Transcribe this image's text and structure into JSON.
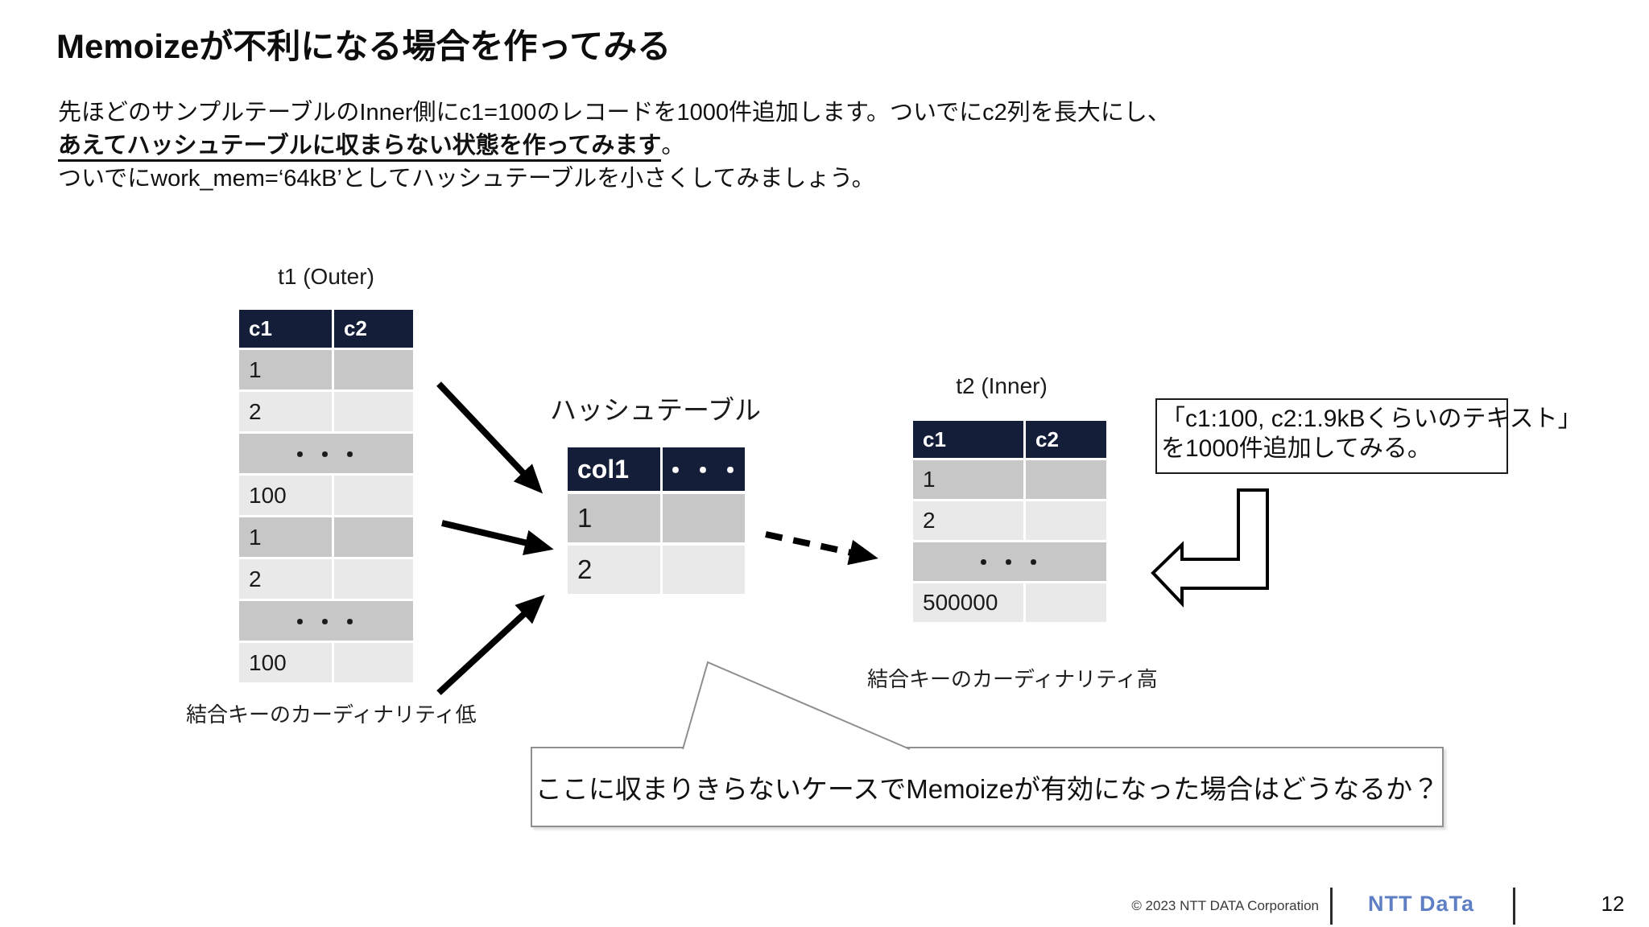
{
  "slide": {
    "title": "Memoizeが不利になる場合を作ってみる",
    "body": {
      "line1": "先ほどのサンプルテーブルのInner側にc1=100のレコードを1000件追加します。ついでにc2列を長大にし、",
      "line2_emphasis": "あえてハッシュテーブルに収まらない状態を作ってみます",
      "line2_period": "。",
      "line3": "ついでにwork_mem=‘64kB’としてハッシュテーブルを小さくしてみましょう。"
    }
  },
  "diagram": {
    "t1": {
      "title": "t1 (Outer)",
      "headers": [
        "c1",
        "c2"
      ],
      "rows": [
        "1",
        "2",
        "・・・",
        "100",
        "1",
        "2",
        "・・・",
        "100"
      ],
      "caption": "結合キーのカーディナリティ低"
    },
    "hash": {
      "title": "ハッシュテーブル",
      "headers": [
        "col1",
        "・・・"
      ],
      "rows": [
        "1",
        "2"
      ]
    },
    "t2": {
      "title": "t2 (Inner)",
      "headers": [
        "c1",
        "c2"
      ],
      "rows": [
        "1",
        "2",
        "・・・",
        "500000"
      ],
      "caption": "結合キーのカーディナリティ高"
    },
    "note_box": {
      "line1": "「c1:100, c2:1.9kBくらいのテキスト」",
      "line2": "を1000件追加してみる。"
    },
    "question_box": {
      "text": "ここに収まりきらないケースでMemoizeが有効になった場合はどうなるか？"
    }
  },
  "footer": {
    "copyright": "© 2023 NTT DATA Corporation",
    "logo_text": "NTT DaTa",
    "page_number": "12"
  },
  "colors": {
    "header_navy": "#141e38",
    "row_dark": "#c7c7c7",
    "row_light": "#e9e9e9",
    "logo_blue": "#5e7fc4",
    "callout_border": "#8f8f8f"
  }
}
